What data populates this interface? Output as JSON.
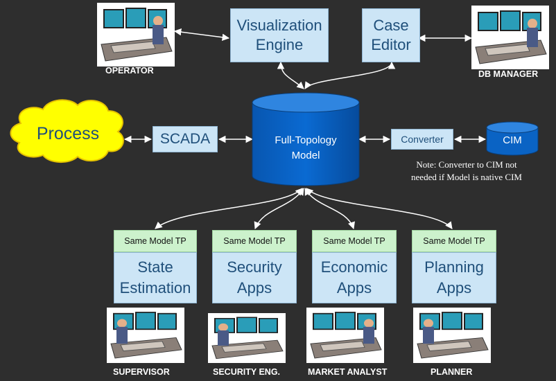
{
  "nodes": {
    "visualization_engine": [
      "Visualization",
      "Engine"
    ],
    "case_editor": [
      "Case",
      "Editor"
    ],
    "process": "Process",
    "scada": "SCADA",
    "full_topology_model": [
      "Full-Topology",
      "Model"
    ],
    "converter": "Converter",
    "cim": "CIM",
    "note": [
      "Note: Converter to CIM not",
      "needed if Model is native CIM"
    ]
  },
  "apps": [
    {
      "tag": "Same Model TP",
      "lines": [
        "State",
        "Estimation"
      ],
      "role": "SUPERVISOR"
    },
    {
      "tag": "Same Model TP",
      "lines": [
        "Security",
        "Apps"
      ],
      "role": "SECURITY ENG."
    },
    {
      "tag": "Same Model TP",
      "lines": [
        "Economic",
        "Apps"
      ],
      "role": "MARKET ANALYST"
    },
    {
      "tag": "Same Model TP",
      "lines": [
        "Planning",
        "Apps"
      ],
      "role": "PLANNER"
    }
  ],
  "roles_top": {
    "operator": "OPERATOR",
    "db_manager": "DB MANAGER"
  },
  "colors": {
    "box_fill": "#cce5f6",
    "box_text": "#1f4f7a",
    "tag_fill": "#ccf2cc",
    "cylinder": "#0a63c4",
    "process_cloud": "#ffff00"
  }
}
